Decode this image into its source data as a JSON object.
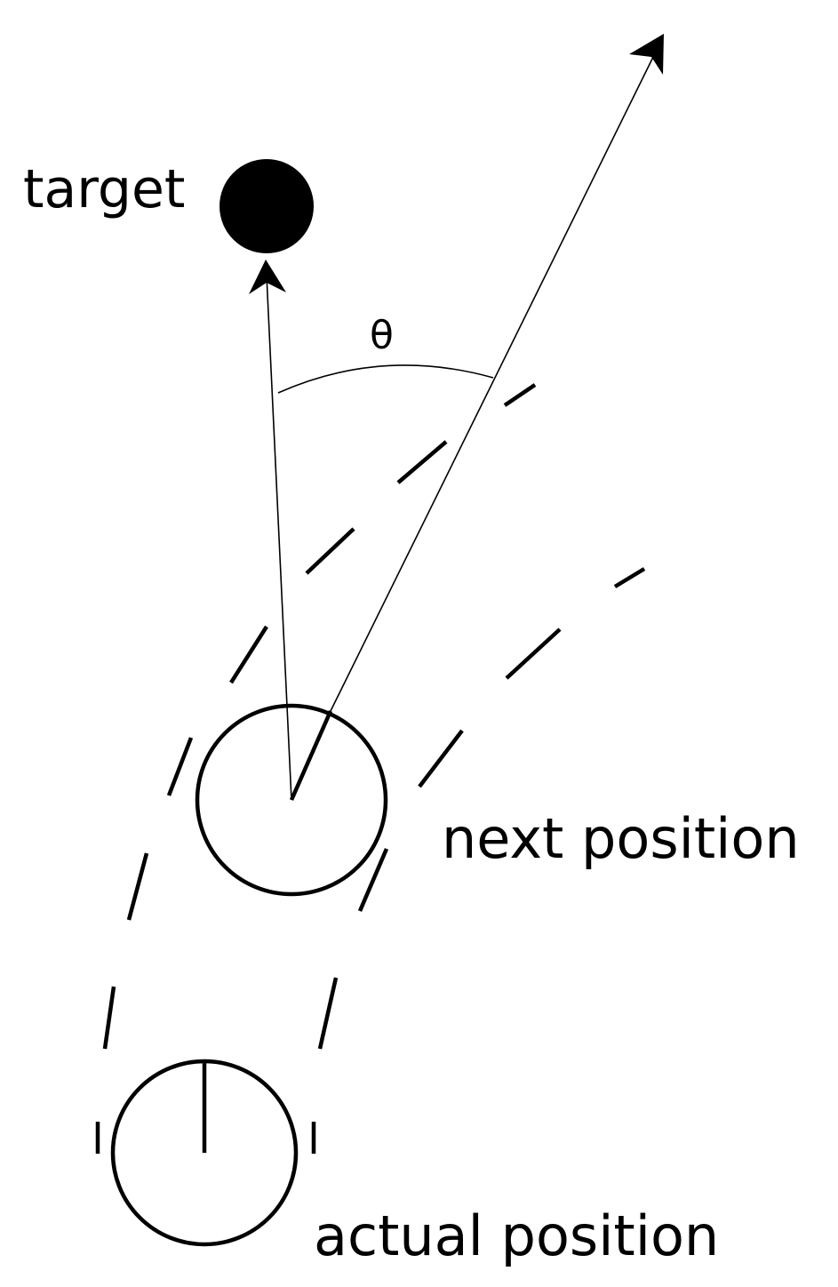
{
  "labels": {
    "target": "target",
    "next_position": "next position",
    "actual_position": "actual position",
    "angle": "θ"
  },
  "colors": {
    "ink": "#000000",
    "background": "#ffffff"
  }
}
